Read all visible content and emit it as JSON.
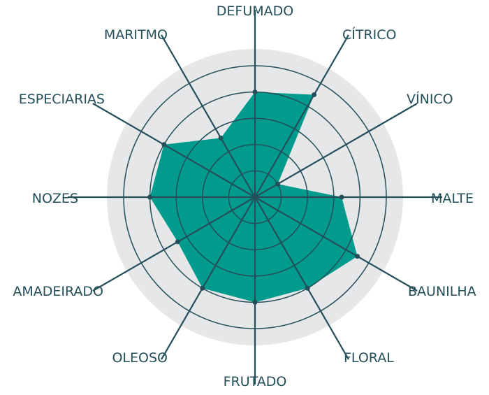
{
  "chart_data": {
    "type": "radar",
    "title": "",
    "categories": [
      "DEFUMADO",
      "CÍTRICO",
      "VÍNICO",
      "MALTE",
      "BAUNILHA",
      "FLORAL",
      "FRUTADO",
      "OLEOSO",
      "AMADEIRADO",
      "NOZES",
      "ESPECIARIAS",
      "MARITMO"
    ],
    "values": [
      4,
      4.5,
      1,
      3.3,
      4.5,
      4,
      4,
      4,
      3.4,
      4,
      4,
      2.6
    ],
    "rmax": 5,
    "rings": [
      1,
      2,
      3,
      4,
      5
    ],
    "grid": true,
    "colors": {
      "fill": "#009b8d",
      "line": "#244f5a",
      "background_disc": "#e6e7e9"
    }
  }
}
